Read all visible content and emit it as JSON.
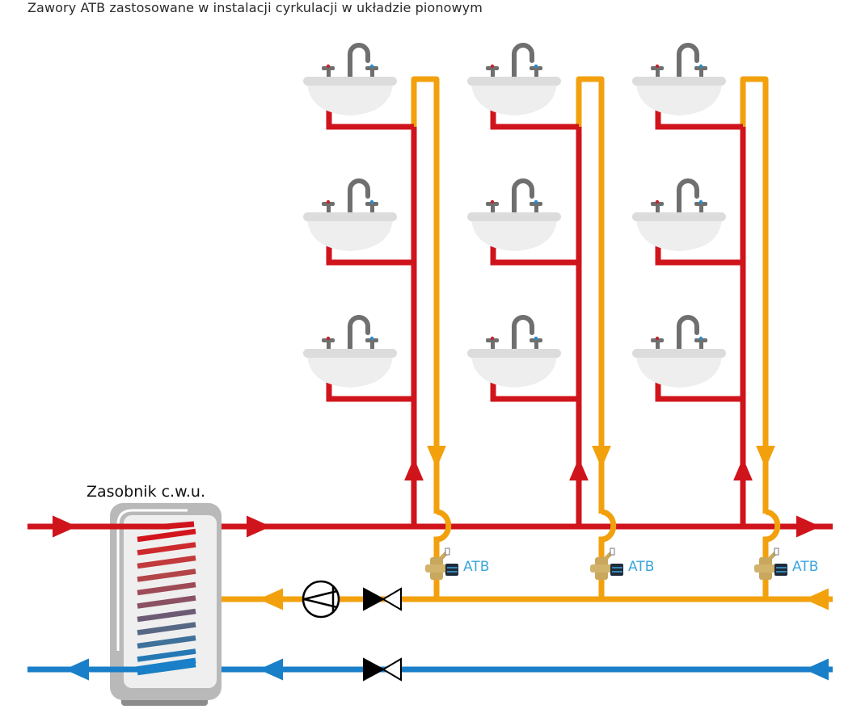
{
  "title": "Zawory ATB zastosowane w instalacji cyrkulacji w układzie pionowym",
  "tank": {
    "label": "Zasobnik c.w.u."
  },
  "valve_label": "ATB",
  "colors": {
    "hot_water": "#d0141c",
    "circulation": "#f2a10d",
    "cold_water": "#1a7fc9",
    "atb_label": "#3aa6dc",
    "tank_shell": "#b9b9b9",
    "tank_inner": "#efefef",
    "sink_bowl": "#ececec",
    "faucet": "#6f6f6f"
  },
  "risers": [
    {
      "id": "riser-1",
      "sinks": 3,
      "atb_label": "ATB"
    },
    {
      "id": "riser-2",
      "sinks": 3,
      "atb_label": "ATB"
    },
    {
      "id": "riser-3",
      "sinks": 3,
      "atb_label": "ATB"
    }
  ],
  "legend_symbols": [
    "circulation-pump",
    "shutoff-valve-circulation",
    "shutoff-valve-cold"
  ],
  "coil_colors": [
    "#d3141c",
    "#cd2a2d",
    "#c23a3c",
    "#b24548",
    "#9f4b57",
    "#8a5162",
    "#6d5b74",
    "#566884",
    "#3f719a",
    "#2479b4",
    "#1a80c6"
  ]
}
